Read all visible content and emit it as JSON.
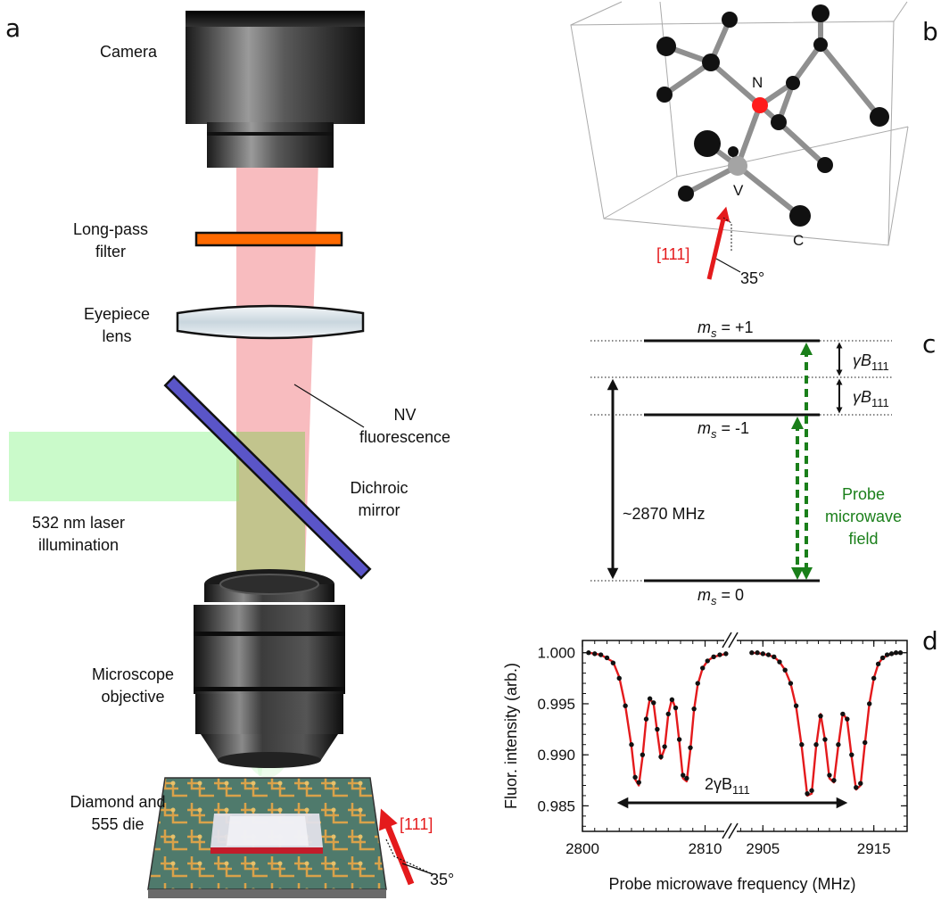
{
  "panels": {
    "a": "a",
    "b": "b",
    "c": "c",
    "d": "d"
  },
  "setup": {
    "camera": "Camera",
    "filter": [
      "Long-pass",
      "filter"
    ],
    "eyepiece": [
      "Eyepiece",
      "lens"
    ],
    "fluorescence": [
      "NV",
      "fluorescence"
    ],
    "dichroic": [
      "Dichroic",
      "mirror"
    ],
    "laser": [
      "532 nm laser",
      "illumination"
    ],
    "objective": [
      "Microscope",
      "objective"
    ],
    "sample": [
      "Diamond and",
      "555 die"
    ],
    "axis_label": "[111]",
    "angle": "35°"
  },
  "crystal": {
    "n": "N",
    "v": "V",
    "c": "C",
    "axis_label": "[111]",
    "angle": "35°"
  },
  "levels": {
    "plus": {
      "base": "m",
      "sub": "s",
      "rest": " = +1"
    },
    "minus": {
      "base": "m",
      "sub": "s",
      "rest": " = -1"
    },
    "zero": {
      "base": "m",
      "sub": "s",
      "rest": " = 0"
    },
    "split": {
      "base": "γB",
      "sub": "111"
    },
    "zfs": "~2870 MHz",
    "probe": [
      "Probe",
      "microwave",
      "field"
    ]
  },
  "colors": {
    "red": "#e41a1c",
    "green": "#1a7f1a",
    "laser_green": "#9ef59e",
    "fluor_pink": "#f7b0b4",
    "dichroic": "#5a55c8",
    "filter": "#ff6a00"
  },
  "chart_data": {
    "type": "scatter",
    "xlabel": "Probe microwave frequency (MHz)",
    "ylabel": "Fluor. intensity (arb.)",
    "ylim": [
      0.9825,
      1.0012
    ],
    "yticks": [
      1.0,
      0.995,
      0.99,
      0.985
    ],
    "ytick_labels": [
      "1.000",
      "0.995",
      "0.990",
      "0.985"
    ],
    "broken_x_axis": true,
    "segments": [
      {
        "xlim": [
          2800,
          2812
        ],
        "xticks": [
          2800,
          2810
        ],
        "xtick_labels": [
          "2800",
          "2810"
        ]
      },
      {
        "xlim": [
          2902,
          2918
        ],
        "xticks": [
          2905,
          2915
        ],
        "xtick_labels": [
          "2905",
          "2915"
        ]
      }
    ],
    "series": [
      {
        "segment": 0,
        "style": "points",
        "color": "#111111",
        "x": [
          2800.5,
          2801.0,
          2801.5,
          2802.0,
          2802.5,
          2803.0,
          2803.5,
          2804.0,
          2804.3,
          2804.6,
          2804.9,
          2805.2,
          2805.5,
          2805.8,
          2806.1,
          2806.4,
          2806.7,
          2807.0,
          2807.3,
          2807.6,
          2807.9,
          2808.2,
          2808.5,
          2808.8,
          2809.1,
          2809.4,
          2809.8,
          2810.2,
          2810.7,
          2811.2,
          2811.7
        ],
        "y": [
          1.0,
          0.9999,
          0.9998,
          0.9995,
          0.999,
          0.9975,
          0.9948,
          0.991,
          0.9878,
          0.9873,
          0.99,
          0.9935,
          0.9955,
          0.9951,
          0.9925,
          0.9898,
          0.9908,
          0.994,
          0.9954,
          0.9946,
          0.9915,
          0.988,
          0.9877,
          0.9907,
          0.9945,
          0.997,
          0.9985,
          0.9992,
          0.9996,
          0.9998,
          0.9999
        ]
      },
      {
        "segment": 0,
        "style": "line",
        "color": "#e41a1c",
        "x": [
          2800.5,
          2801.5,
          2802.5,
          2803.0,
          2803.5,
          2804.0,
          2804.3,
          2804.6,
          2804.9,
          2805.2,
          2805.5,
          2805.8,
          2806.1,
          2806.4,
          2806.7,
          2807.0,
          2807.3,
          2807.6,
          2807.9,
          2808.2,
          2808.5,
          2808.8,
          2809.1,
          2809.4,
          2809.8,
          2810.2,
          2810.7,
          2811.7
        ],
        "y": [
          1.0,
          0.9998,
          0.9991,
          0.9976,
          0.9948,
          0.9908,
          0.9876,
          0.987,
          0.9898,
          0.9935,
          0.9955,
          0.995,
          0.9922,
          0.9896,
          0.9906,
          0.994,
          0.9955,
          0.9945,
          0.9913,
          0.9877,
          0.9874,
          0.9905,
          0.9944,
          0.9969,
          0.9985,
          0.9992,
          0.9996,
          0.9999
        ]
      },
      {
        "segment": 1,
        "style": "points",
        "color": "#111111",
        "x": [
          2904.0,
          2904.5,
          2905.0,
          2905.5,
          2906.0,
          2906.5,
          2907.0,
          2907.5,
          2908.0,
          2908.5,
          2909.0,
          2909.4,
          2909.8,
          2910.2,
          2910.6,
          2911.0,
          2911.4,
          2911.8,
          2912.2,
          2912.6,
          2913.0,
          2913.4,
          2913.8,
          2914.2,
          2914.6,
          2915.0,
          2915.4,
          2915.8,
          2916.2,
          2916.6,
          2917.0,
          2917.4
        ],
        "y": [
          1.0,
          1.0,
          0.9999,
          0.9998,
          0.9996,
          0.9991,
          0.9983,
          0.997,
          0.9948,
          0.991,
          0.9862,
          0.9865,
          0.991,
          0.9938,
          0.9915,
          0.988,
          0.9875,
          0.991,
          0.994,
          0.9935,
          0.99,
          0.9868,
          0.9872,
          0.9912,
          0.995,
          0.9975,
          0.9989,
          0.9995,
          0.9998,
          0.9999,
          1.0,
          1.0
        ]
      },
      {
        "segment": 1,
        "style": "line",
        "color": "#e41a1c",
        "x": [
          2904.0,
          2905.0,
          2906.0,
          2906.5,
          2907.0,
          2907.5,
          2908.0,
          2908.5,
          2909.0,
          2909.4,
          2909.8,
          2910.2,
          2910.6,
          2911.0,
          2911.4,
          2911.8,
          2912.2,
          2912.6,
          2913.0,
          2913.4,
          2913.8,
          2914.2,
          2914.6,
          2915.0,
          2915.4,
          2915.8,
          2916.6,
          2917.4
        ],
        "y": [
          1.0,
          0.9999,
          0.9996,
          0.9991,
          0.9983,
          0.997,
          0.9947,
          0.9908,
          0.986,
          0.9862,
          0.9908,
          0.994,
          0.9914,
          0.9877,
          0.9873,
          0.9909,
          0.9941,
          0.9934,
          0.9898,
          0.9866,
          0.987,
          0.9911,
          0.995,
          0.9975,
          0.9989,
          0.9995,
          0.9999,
          1.0
        ]
      }
    ],
    "annotation": {
      "base": "2γB",
      "sub": "111"
    }
  }
}
